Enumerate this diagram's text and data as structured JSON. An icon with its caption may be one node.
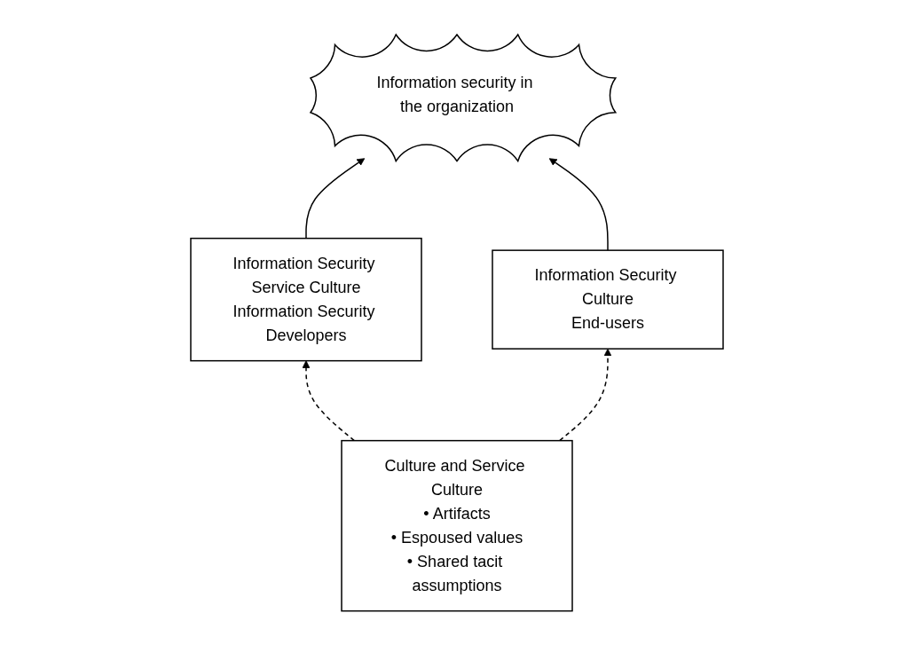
{
  "diagram": {
    "nodes": [
      {
        "text": [
          "Information security in the organization"
        ]
      },
      {
        "text": [
          "Information Security Service Culture",
          "Information Security Developers"
        ]
      },
      {
        "text": [
          "Culture and Service Culture",
          "• Artifacts",
          "• Espoused values",
          "• Shared tacit assumptions"
        ]
      },
      {
        "text": [
          "Information Security Culture",
          "End-users"
        ]
      }
    ],
    "edges": [
      {
        "from": 1,
        "to": 0,
        "arrow": "to"
      },
      {
        "from": 3,
        "to": 0,
        "arrow": "to"
      },
      {
        "from": 2,
        "to": 1,
        "arrow": "to",
        "style": "dashed"
      },
      {
        "from": 2,
        "to": 3,
        "arrow": "to",
        "style": "dashed"
      }
    ]
  }
}
